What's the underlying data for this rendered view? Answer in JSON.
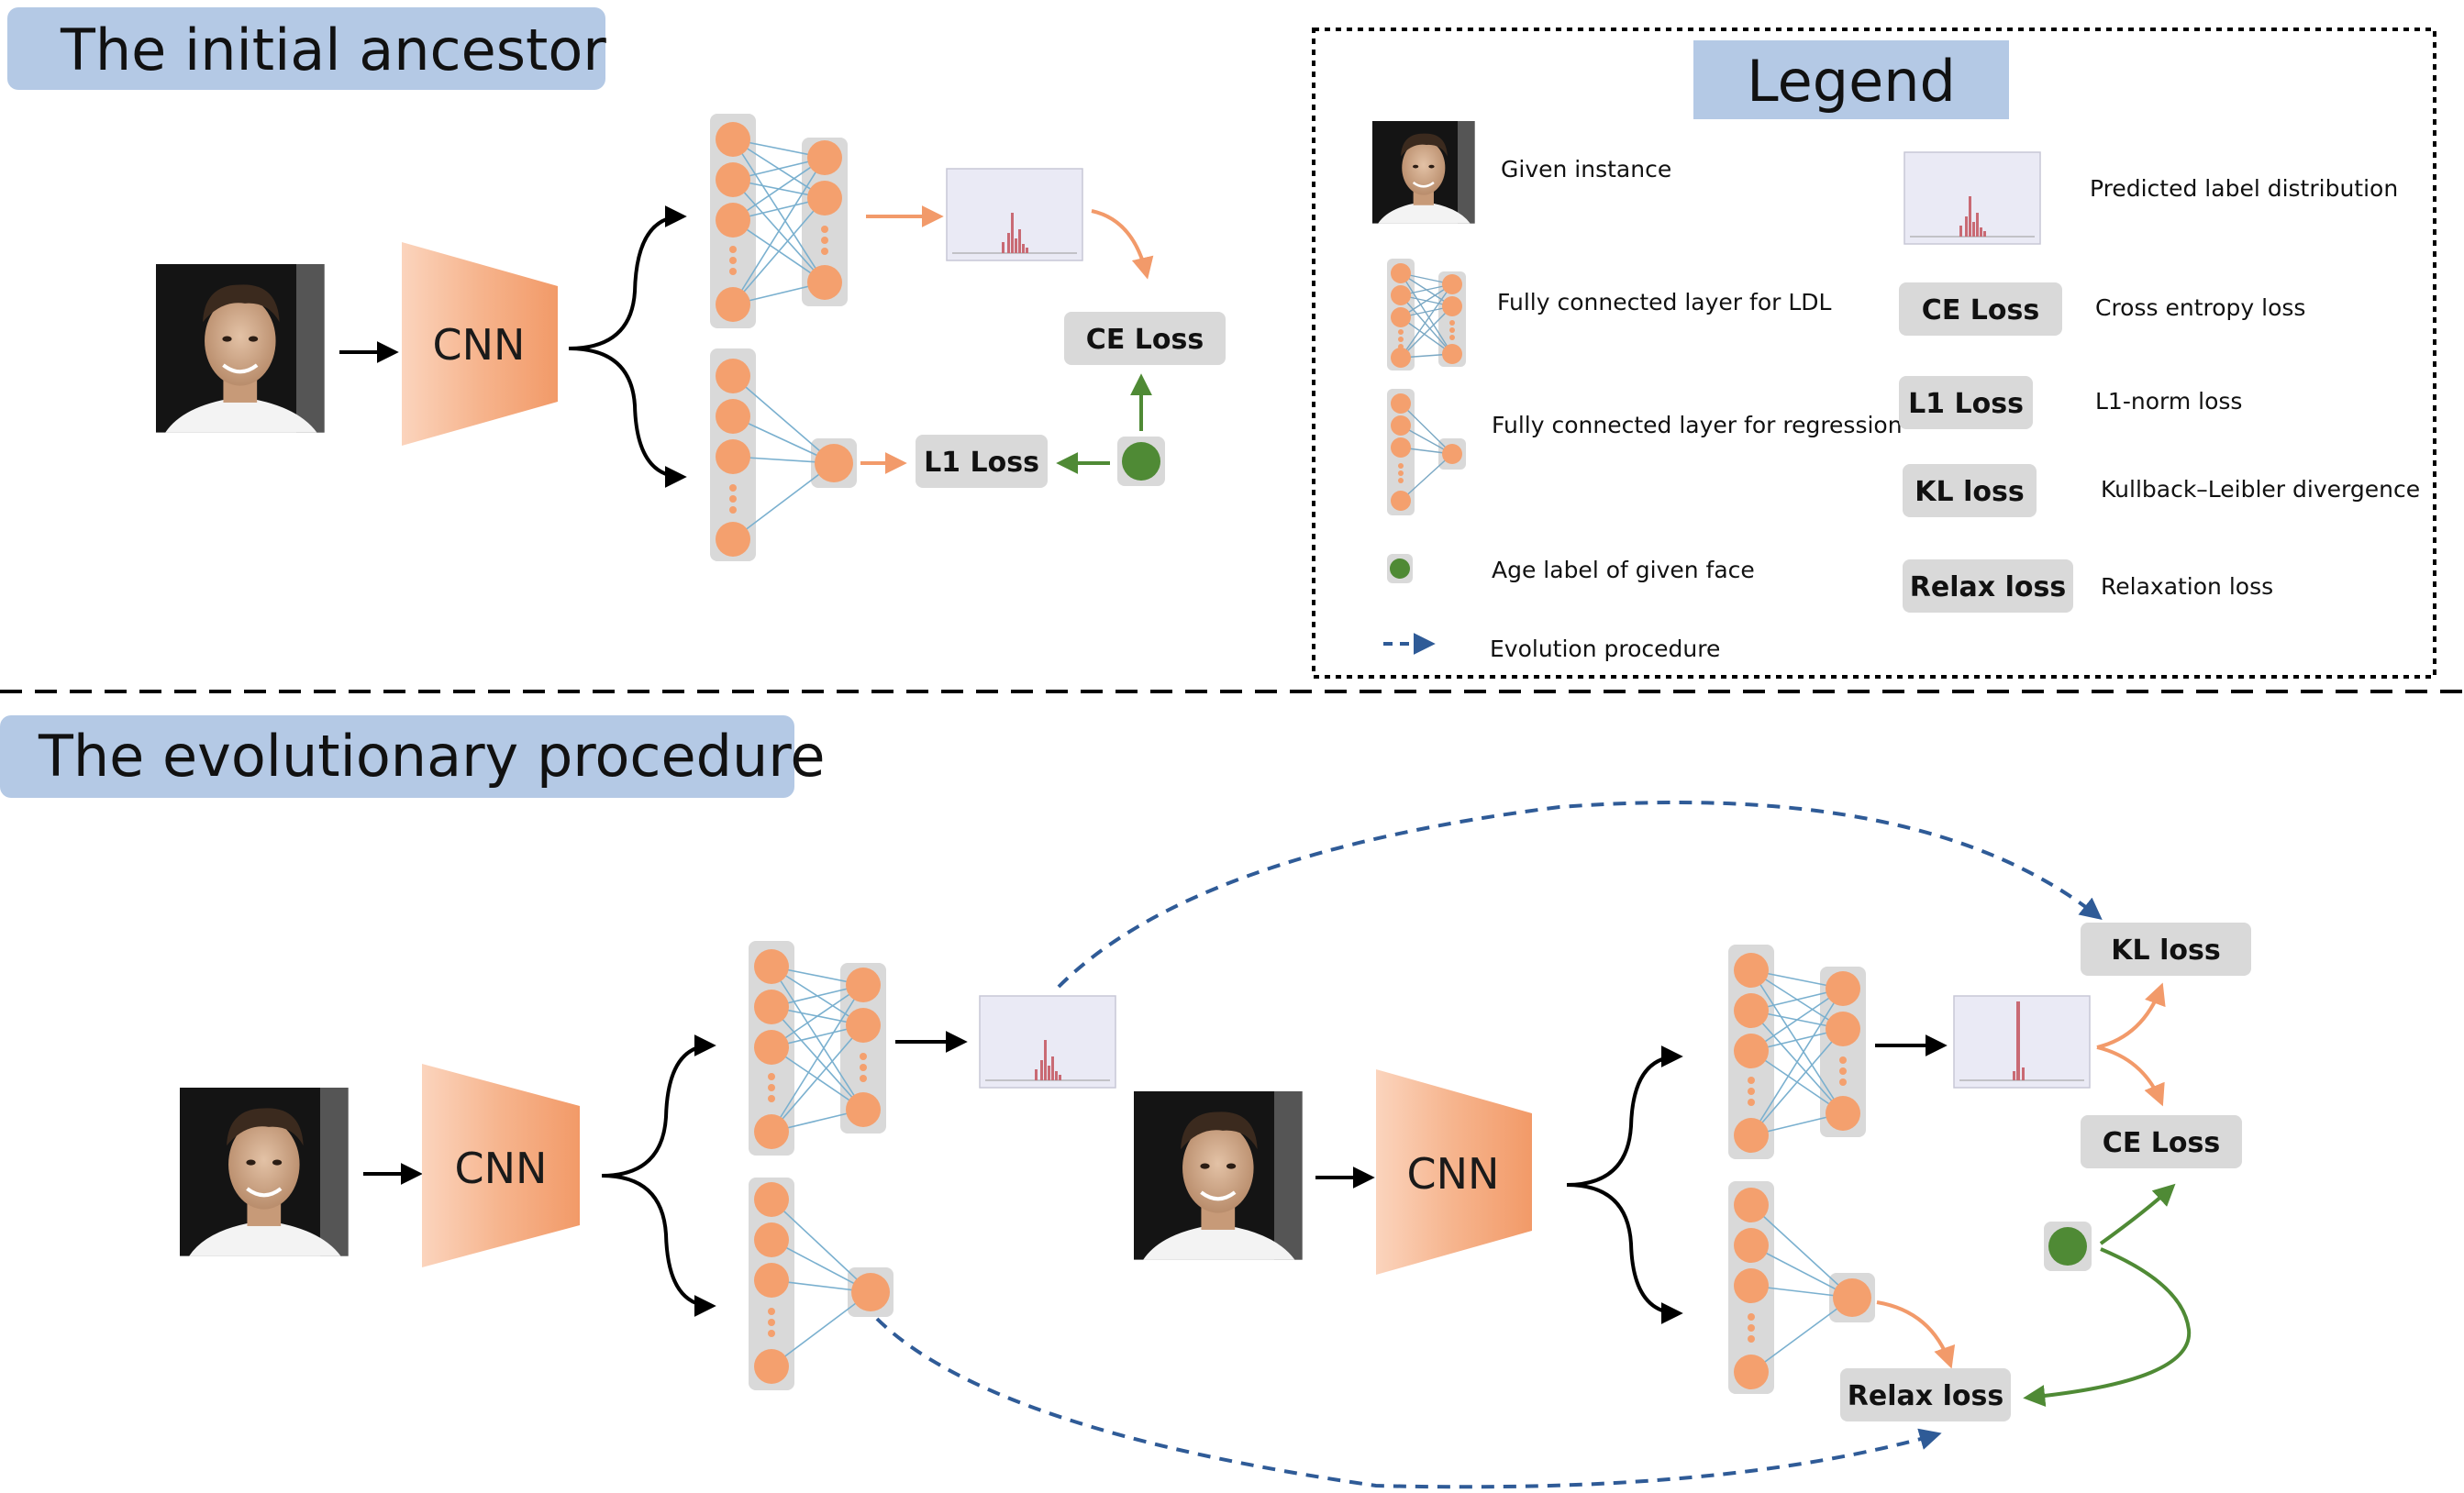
{
  "headers": {
    "initial": "The initial ancestor",
    "evolution": "The evolutionary procedure"
  },
  "legend": {
    "title": "Legend",
    "items": {
      "given_instance": "Given instance",
      "predicted_distribution": "Predicted label distribution",
      "fc_ldl": "Fully connected layer for LDL",
      "ce_loss_desc": "Cross entropy loss",
      "fc_regression": "Fully connected layer for regression",
      "l1_desc": "L1-norm loss",
      "kl_desc": "Kullback–Leibler divergence",
      "age_label": "Age label of given face",
      "relax_desc": "Relaxation loss",
      "evolution": "Evolution procedure"
    },
    "loss_labels": {
      "ce": "CE Loss",
      "l1": "L1 Loss",
      "kl": "KL loss",
      "relax": "Relax loss"
    }
  },
  "top": {
    "cnn": "CNN",
    "ce_loss": "CE Loss",
    "l1_loss": "L1 Loss"
  },
  "bottom": {
    "cnn1": "CNN",
    "cnn2": "CNN",
    "kl_loss": "KL loss",
    "ce_loss": "CE Loss",
    "relax_loss": "Relax loss"
  },
  "colors": {
    "header_bg": "#b4c9e5",
    "node": "#f4a06e",
    "loss_box": "#d9d9d9",
    "label_dot": "#4f8a35",
    "evolution_arrow": "#2f5b97"
  }
}
